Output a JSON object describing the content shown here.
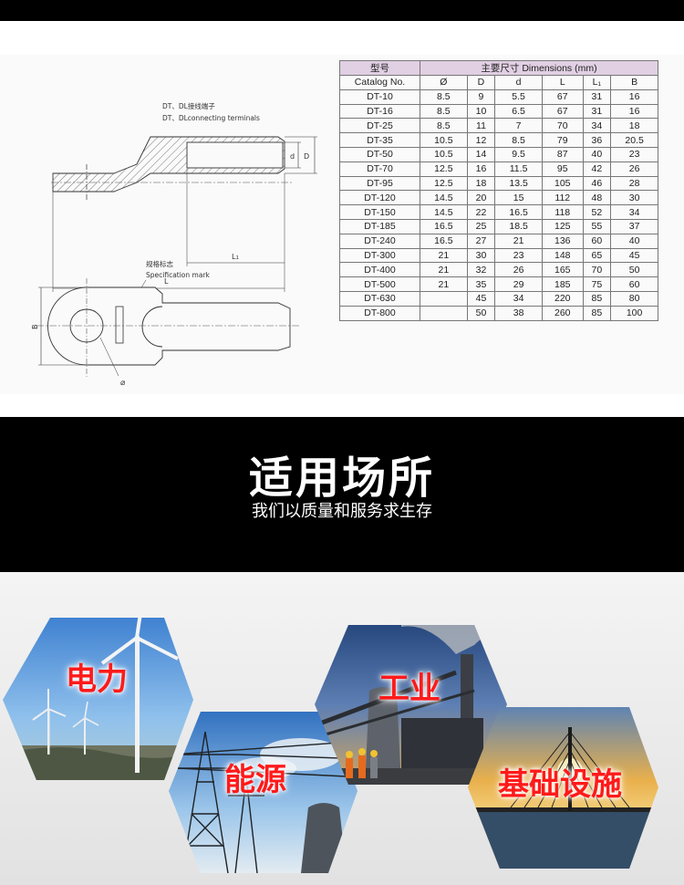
{
  "drawing": {
    "title_cn": "DT、DL接线端子",
    "title_en": "DT、DLconnecting terminals",
    "dim_d": "d",
    "dim_D": "D",
    "dim_L1": "L",
    "dim_L1_sub": "1",
    "dim_L": "L",
    "spec_mark_cn": "规格标志",
    "spec_mark_en": "Specification mark",
    "dim_B": "B",
    "dim_phi": "⌀"
  },
  "table": {
    "header_model_cn": "型号",
    "header_model_en": "Catalog No.",
    "header_dims": "主要尺寸 Dimensions (mm)",
    "columns": [
      "Ø",
      "D",
      "d",
      "L",
      "L₁",
      "B"
    ],
    "rows": [
      [
        "DT-10",
        "8.5",
        "9",
        "5.5",
        "67",
        "31",
        "16"
      ],
      [
        "DT-16",
        "8.5",
        "10",
        "6.5",
        "67",
        "31",
        "16"
      ],
      [
        "DT-25",
        "8.5",
        "11",
        "7",
        "70",
        "34",
        "18"
      ],
      [
        "DT-35",
        "10.5",
        "12",
        "8.5",
        "79",
        "36",
        "20.5"
      ],
      [
        "DT-50",
        "10.5",
        "14",
        "9.5",
        "87",
        "40",
        "23"
      ],
      [
        "DT-70",
        "12.5",
        "16",
        "11.5",
        "95",
        "42",
        "26"
      ],
      [
        "DT-95",
        "12.5",
        "18",
        "13.5",
        "105",
        "46",
        "28"
      ],
      [
        "DT-120",
        "14.5",
        "20",
        "15",
        "112",
        "48",
        "30"
      ],
      [
        "DT-150",
        "14.5",
        "22",
        "16.5",
        "118",
        "52",
        "34"
      ],
      [
        "DT-185",
        "16.5",
        "25",
        "18.5",
        "125",
        "55",
        "37"
      ],
      [
        "DT-240",
        "16.5",
        "27",
        "21",
        "136",
        "60",
        "40"
      ],
      [
        "DT-300",
        "21",
        "30",
        "23",
        "148",
        "65",
        "45"
      ],
      [
        "DT-400",
        "21",
        "32",
        "26",
        "165",
        "70",
        "50"
      ],
      [
        "DT-500",
        "21",
        "35",
        "29",
        "185",
        "75",
        "60"
      ],
      [
        "DT-630",
        "",
        "45",
        "34",
        "220",
        "85",
        "80"
      ],
      [
        "DT-800",
        "",
        "50",
        "38",
        "260",
        "85",
        "100"
      ]
    ]
  },
  "usage": {
    "title": "适用场所",
    "subtitle": "我们以质量和服务求生存"
  },
  "applications": [
    {
      "label": "电力",
      "scene": "wind-turbine"
    },
    {
      "label": "能源",
      "scene": "power-tower"
    },
    {
      "label": "工业",
      "scene": "factory"
    },
    {
      "label": "基础设施",
      "scene": "bridge"
    }
  ],
  "colors": {
    "table_header": "#e1cfe3",
    "label_red": "#ff1a1a",
    "banner": "#000000"
  }
}
